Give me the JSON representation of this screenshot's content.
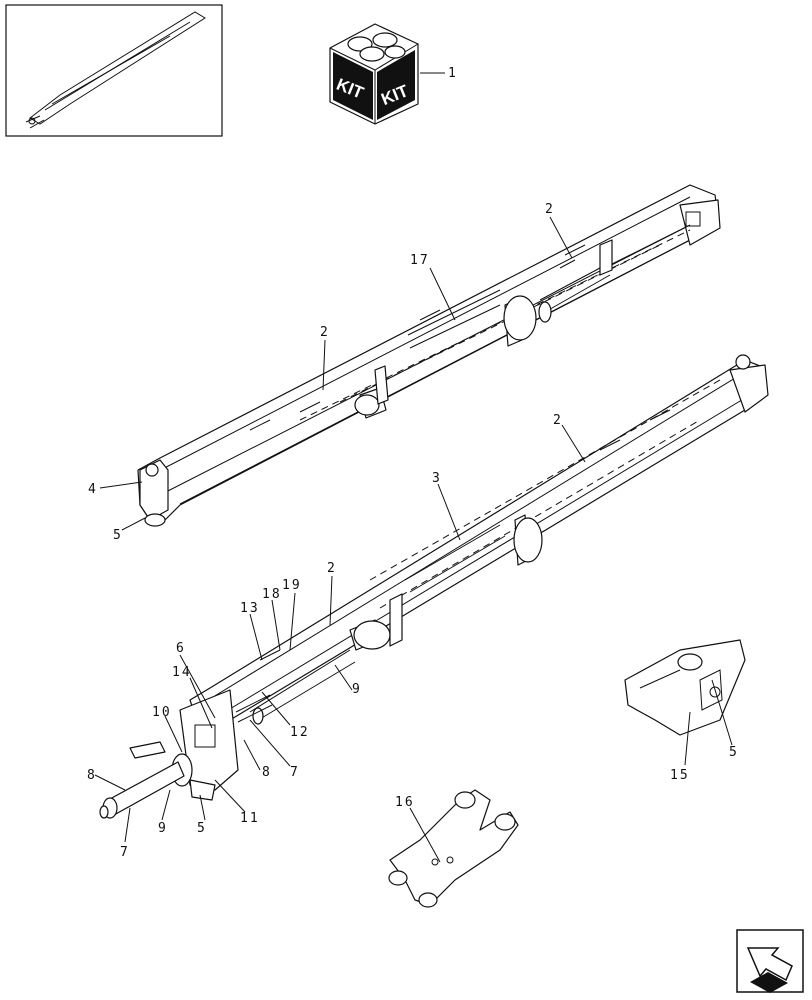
{
  "kit_box": {
    "left_text": "KIT",
    "right_text": "KIT"
  },
  "callouts": {
    "c1": "1",
    "c2a": "2",
    "c2b": "2",
    "c2c": "2",
    "c2d": "2",
    "c3": "3",
    "c4": "4",
    "c5a": "5",
    "c5b": "5",
    "c5c": "5",
    "c6": "6",
    "c7a": "7",
    "c7b": "7",
    "c8a": "8",
    "c8b": "8",
    "c9a": "9",
    "c9b": "9",
    "c10": "10",
    "c11": "11",
    "c12": "12",
    "c13": "13",
    "c14": "14",
    "c15": "15",
    "c16": "16",
    "c17": "17",
    "c18": "18",
    "c19": "19"
  },
  "icons": {
    "thumbnail": "overview-thumbnail-icon",
    "kit": "kit-box-icon",
    "navigation": "next-page-arrow-icon"
  }
}
